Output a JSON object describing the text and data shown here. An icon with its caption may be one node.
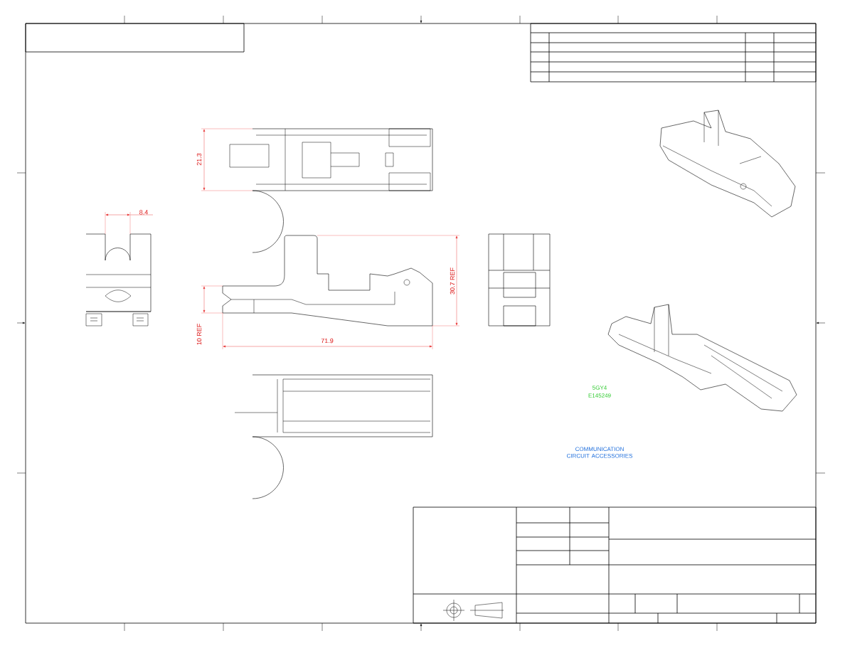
{
  "diagram": {
    "labels": [
      "21.3",
      "8.4",
      "30.7 REF",
      "10 REF",
      "71.9",
      "5GY4",
      "E145249",
      "COMMUNICATION CIRCUIT ACCESSORIES"
    ]
  }
}
